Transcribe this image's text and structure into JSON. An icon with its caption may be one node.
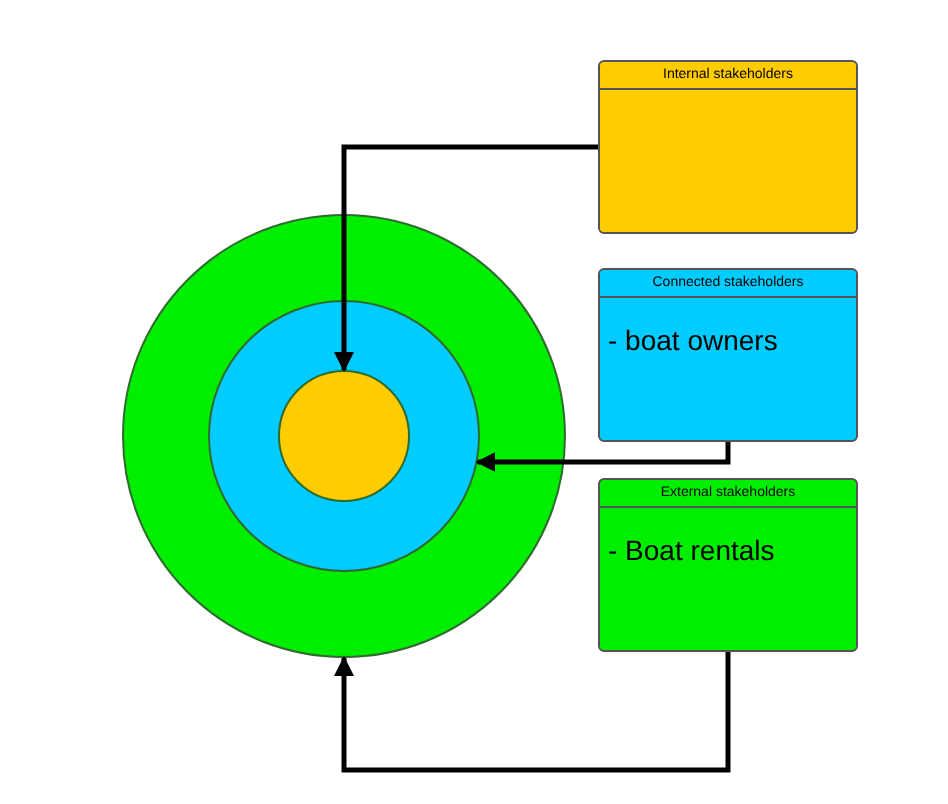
{
  "diagram": {
    "nodes": [
      {
        "text": [],
        "shape": "circle"
      },
      {
        "text": [],
        "shape": "circle",
        "in": 0
      },
      {
        "text": [],
        "shape": "circle",
        "in": 1
      },
      {
        "text": [
          "Internal stakeholders"
        ]
      },
      {
        "text": [
          "Connected stakeholders",
          "- boat owners"
        ]
      },
      {
        "text": [
          "External stakeholders",
          "- Boat rentals"
        ]
      }
    ],
    "edges": [
      {
        "from": 3,
        "to": 2,
        "arrow": "to"
      },
      {
        "from": 4,
        "to": 1,
        "arrow": "to"
      },
      {
        "from": 5,
        "to": 0,
        "arrow": "to"
      }
    ]
  }
}
